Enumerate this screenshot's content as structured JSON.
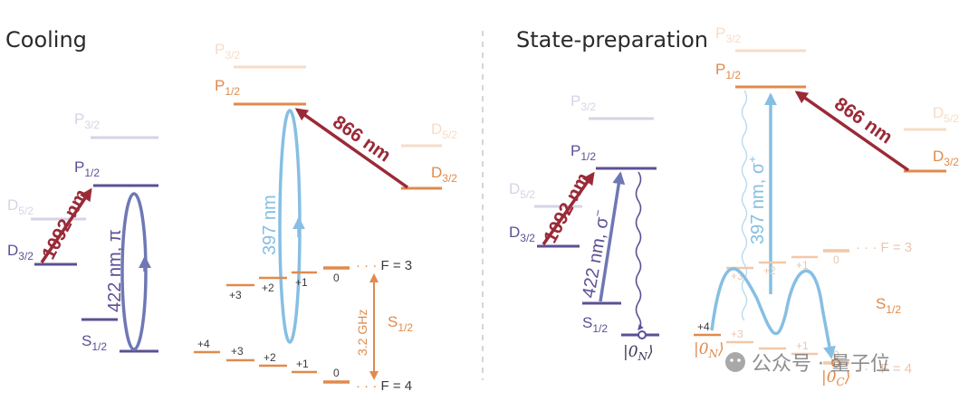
{
  "panels": {
    "cooling": {
      "title": "Cooling"
    },
    "state_prep": {
      "title": "State-preparation"
    }
  },
  "levels": {
    "P32": {
      "main": "P",
      "sub": "3/2"
    },
    "P12": {
      "main": "P",
      "sub": "1/2"
    },
    "D52": {
      "main": "D",
      "sub": "5/2"
    },
    "D32": {
      "main": "D",
      "sub": "3/2"
    },
    "S12": {
      "main": "S",
      "sub": "1/2"
    }
  },
  "transitions": {
    "t1092": "1092 nm",
    "t422pi": "422 nm, π",
    "t866": "866 nm",
    "t397": "397 nm",
    "t422sigma": "422 nm, σ",
    "t422sigma_sup": "−",
    "t397sigma": "397 nm, σ",
    "t397sigma_sup": "+"
  },
  "hyperfine": {
    "F3": "F = 3",
    "F4": "F = 4",
    "splitting": "3.2 GHz",
    "F3_dots": "· · · F = 3",
    "F4_dots": "· · · F = 4"
  },
  "mf": {
    "p4": "+4",
    "p3": "+3",
    "p2": "+2",
    "p1": "+1",
    "z0": "0"
  },
  "kets": {
    "zero_N": "|0",
    "N": "N",
    "zero_C": "|0",
    "C": "C",
    "rangle": "⟩"
  },
  "watermark": {
    "text": "公众号 · 量子位"
  },
  "colors": {
    "purple": "#5d4f95",
    "orange": "#e08a4c",
    "light_blue": "#86bfe3",
    "dark_red": "#9a2a37",
    "faint_purple": "#d7d3e6",
    "faint_orange": "#f6dcc7",
    "slate_arrow": "#6e78b5"
  }
}
